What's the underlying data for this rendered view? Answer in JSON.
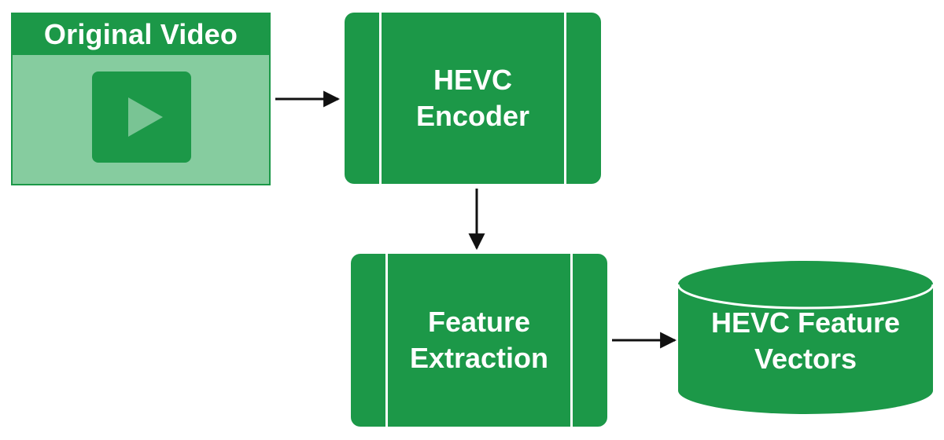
{
  "diagram": {
    "nodes": {
      "original_video": {
        "title": "Original Video"
      },
      "hevc_encoder": {
        "line1": "HEVC",
        "line2": "Encoder"
      },
      "feature_extraction": {
        "line1": "Feature",
        "line2": "Extraction"
      },
      "feature_vectors": {
        "line1": "HEVC Feature",
        "line2": "Vectors"
      }
    },
    "colors": {
      "primary_green": "#1c9848",
      "light_green": "#86cc9f",
      "play_icon": "#79c494",
      "arrow": "#111111",
      "text": "#ffffff"
    },
    "icons": {
      "video": "play-icon"
    }
  }
}
